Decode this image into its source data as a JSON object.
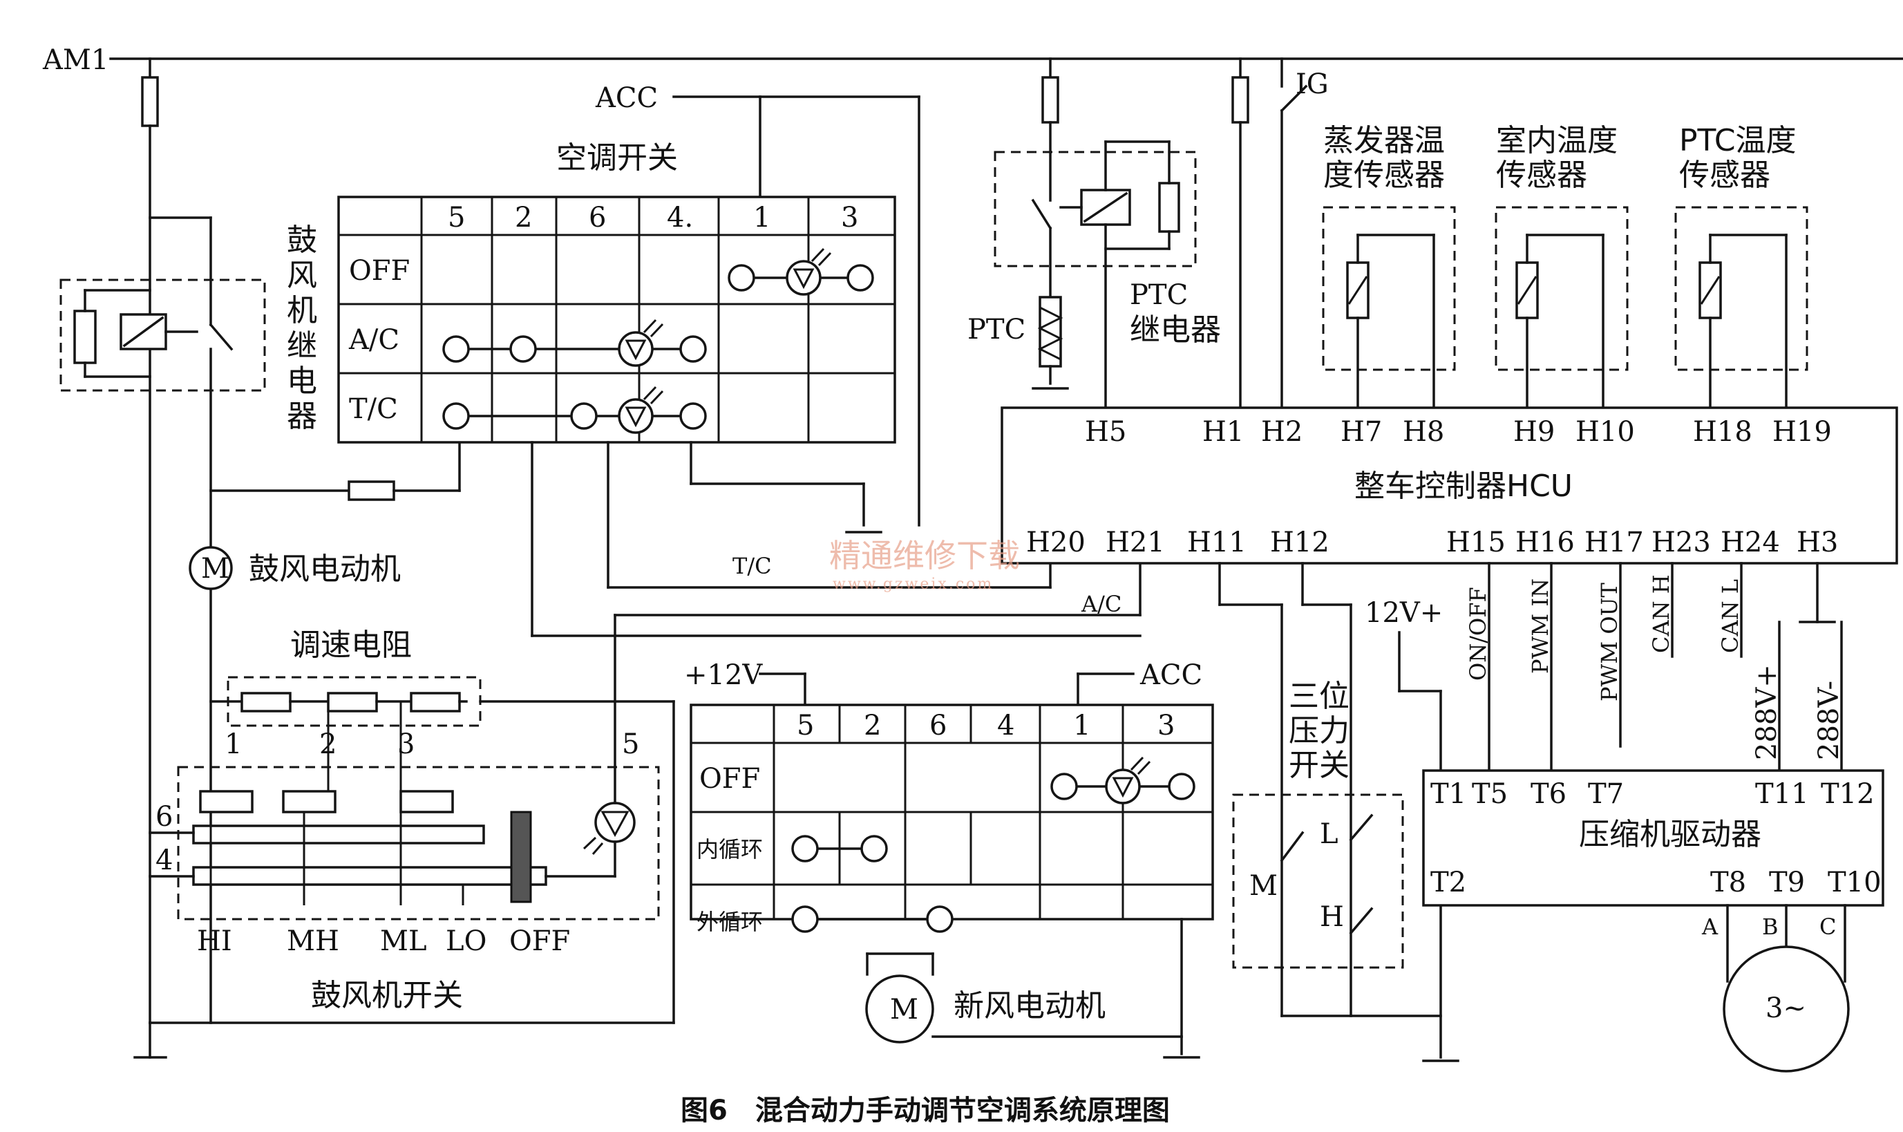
{
  "diagram": {
    "caption": "图6　混合动力手动调节空调系统原理图",
    "watermark": {
      "main": "精通维修下载",
      "url": "www.gzweix.com"
    },
    "power": {
      "am1": "AM1",
      "acc_top": "ACC",
      "acc_fresh": "ACC",
      "ig": "IG",
      "plus12v_fresh": "+12V",
      "plus12v_pressure": "12V+"
    },
    "blower_relay": {
      "label_chars": [
        "鼓",
        "风",
        "机",
        "继",
        "电",
        "器"
      ]
    },
    "ac_switch": {
      "title": "空调开关",
      "columns": [
        "5",
        "2",
        "6",
        "4.",
        "1",
        "3"
      ],
      "rows": [
        "OFF",
        "A/C",
        "T/C"
      ],
      "out_tc": "T/C",
      "out_ac": "A/C"
    },
    "ptc": {
      "heater_label": "PTC",
      "relay_label_1": "PTC",
      "relay_label_2": "继电器"
    },
    "sensors": [
      {
        "line1": "蒸发器温",
        "line2": "度传感器",
        "pins": [
          "H7",
          "H8"
        ]
      },
      {
        "line1": "室内温度",
        "line2": "传感器",
        "pins": [
          "H9",
          "H10"
        ]
      },
      {
        "line1": "PTC温度",
        "line2": "传感器",
        "pins": [
          "H18",
          "H19"
        ]
      }
    ],
    "hcu": {
      "title": "整车控制器HCU",
      "top_pins": [
        "H5",
        "H1",
        "H2"
      ],
      "bottom_pins": [
        "H20",
        "H21",
        "H11",
        "H12",
        "H15",
        "H16",
        "H17",
        "H23",
        "H24",
        "H3"
      ]
    },
    "signals": [
      "ON/OFF",
      "PWM IN",
      "PWM OUT",
      "CAN H",
      "CAN L",
      "288V+",
      "288V-"
    ],
    "blower_motor": {
      "symbol": "M",
      "label": "鼓风电动机"
    },
    "speed_resistor": {
      "label": "调速电阻",
      "taps": [
        "1",
        "2",
        "3"
      ]
    },
    "blower_switch": {
      "label": "鼓风机开关",
      "positions": [
        "HI",
        "MH",
        "ML",
        "LO",
        "OFF"
      ],
      "side_nums": [
        "6",
        "4"
      ],
      "lamp_num": "5"
    },
    "fresh_switch": {
      "columns": [
        "5",
        "2",
        "6",
        "4",
        "1",
        "3"
      ],
      "rows": [
        "OFF",
        "内循环",
        "外循环"
      ]
    },
    "fresh_motor": {
      "symbol": "M",
      "label": "新风电动机"
    },
    "pressure_switch": {
      "label_lines": [
        "三位",
        "压力",
        "开关"
      ],
      "contacts": [
        "M",
        "L",
        "H"
      ]
    },
    "compressor_driver": {
      "title": "压缩机驱动器",
      "top_pins": [
        "T1",
        "T5",
        "T6",
        "T7",
        "T11",
        "T12"
      ],
      "bottom_pins": [
        "T2",
        "T8",
        "T9",
        "T10"
      ],
      "phases": [
        "A",
        "B",
        "C"
      ],
      "motor_symbol": "3~"
    }
  }
}
